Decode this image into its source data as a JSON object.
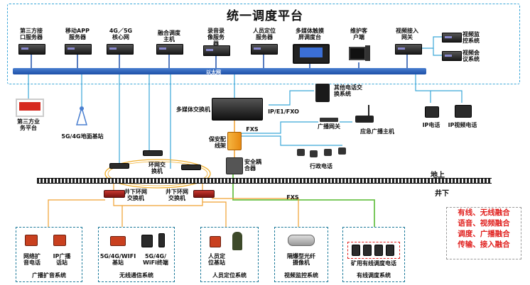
{
  "title": "统一调度平台",
  "bus_label": "以太网",
  "top_servers": [
    {
      "label": "第三方接\n口服务器"
    },
    {
      "label": "移动APP\n服务器"
    },
    {
      "label": "4G／5G\n核心网"
    },
    {
      "label": "融合调度\n主机"
    },
    {
      "label": "录音录\n像服务\n器"
    },
    {
      "label": "人员定位\n服务器"
    },
    {
      "label": "多媒体触摸\n屏调度台"
    },
    {
      "label": "维护客\n户端"
    },
    {
      "label": "视频接入\n网关"
    }
  ],
  "right_systems": [
    "视频监\n控系统",
    "视频会\n议系统"
  ],
  "third_party_platform": "第三方业\n务平台",
  "base_station": "5G/4G地面基站",
  "multimedia_switch": "多媒体交换机",
  "other_switch": "其他电话交\n换系统",
  "ip_e1": "IP/E1/FXO",
  "ip_phone": "IP电话",
  "ip_video_phone": "IP视频电话",
  "fxs_top": "FXS",
  "safety_frame": "保安配\n线架",
  "broadcast_gateway": "广播网关",
  "emergency_host": "应急广播主机",
  "admin_phone": "行政电话",
  "safety_coupler": "安全耦\n合器",
  "ring_switch": "环网交\n换机",
  "above_ground": "地上",
  "below_ground": "井下",
  "ug_switch_1": "井下环网\n交换机",
  "ug_switch_2": "井下环网\n交换机",
  "fxs_bottom": "FXS",
  "subsystems": [
    {
      "title": "广播扩音系统",
      "items": [
        "网络扩\n音电话",
        "IP广播\n话站"
      ]
    },
    {
      "title": "无线通信系统",
      "items": [
        "5G/4G/WIFI\n基站",
        "5G/4G/\nWiFi终端"
      ]
    },
    {
      "title": "人员定位系统",
      "items": [
        "人员定\n位基站"
      ]
    },
    {
      "title": "视频监控系统",
      "items": [
        "隔爆型光纤\n摄像机"
      ]
    },
    {
      "title": "有线调度系统",
      "items": [
        "矿用有线调度电话"
      ]
    }
  ],
  "fusion_lines": [
    "有线、无线融合",
    "语音、视频融合",
    "调度、广播融合",
    "传输、接入融合"
  ],
  "colors": {
    "bus": "#1d4fa8",
    "dash": "#3aa6d8",
    "red_text": "#e0201e",
    "green_line": "#6cc24a",
    "orange_line": "#f0a030"
  }
}
